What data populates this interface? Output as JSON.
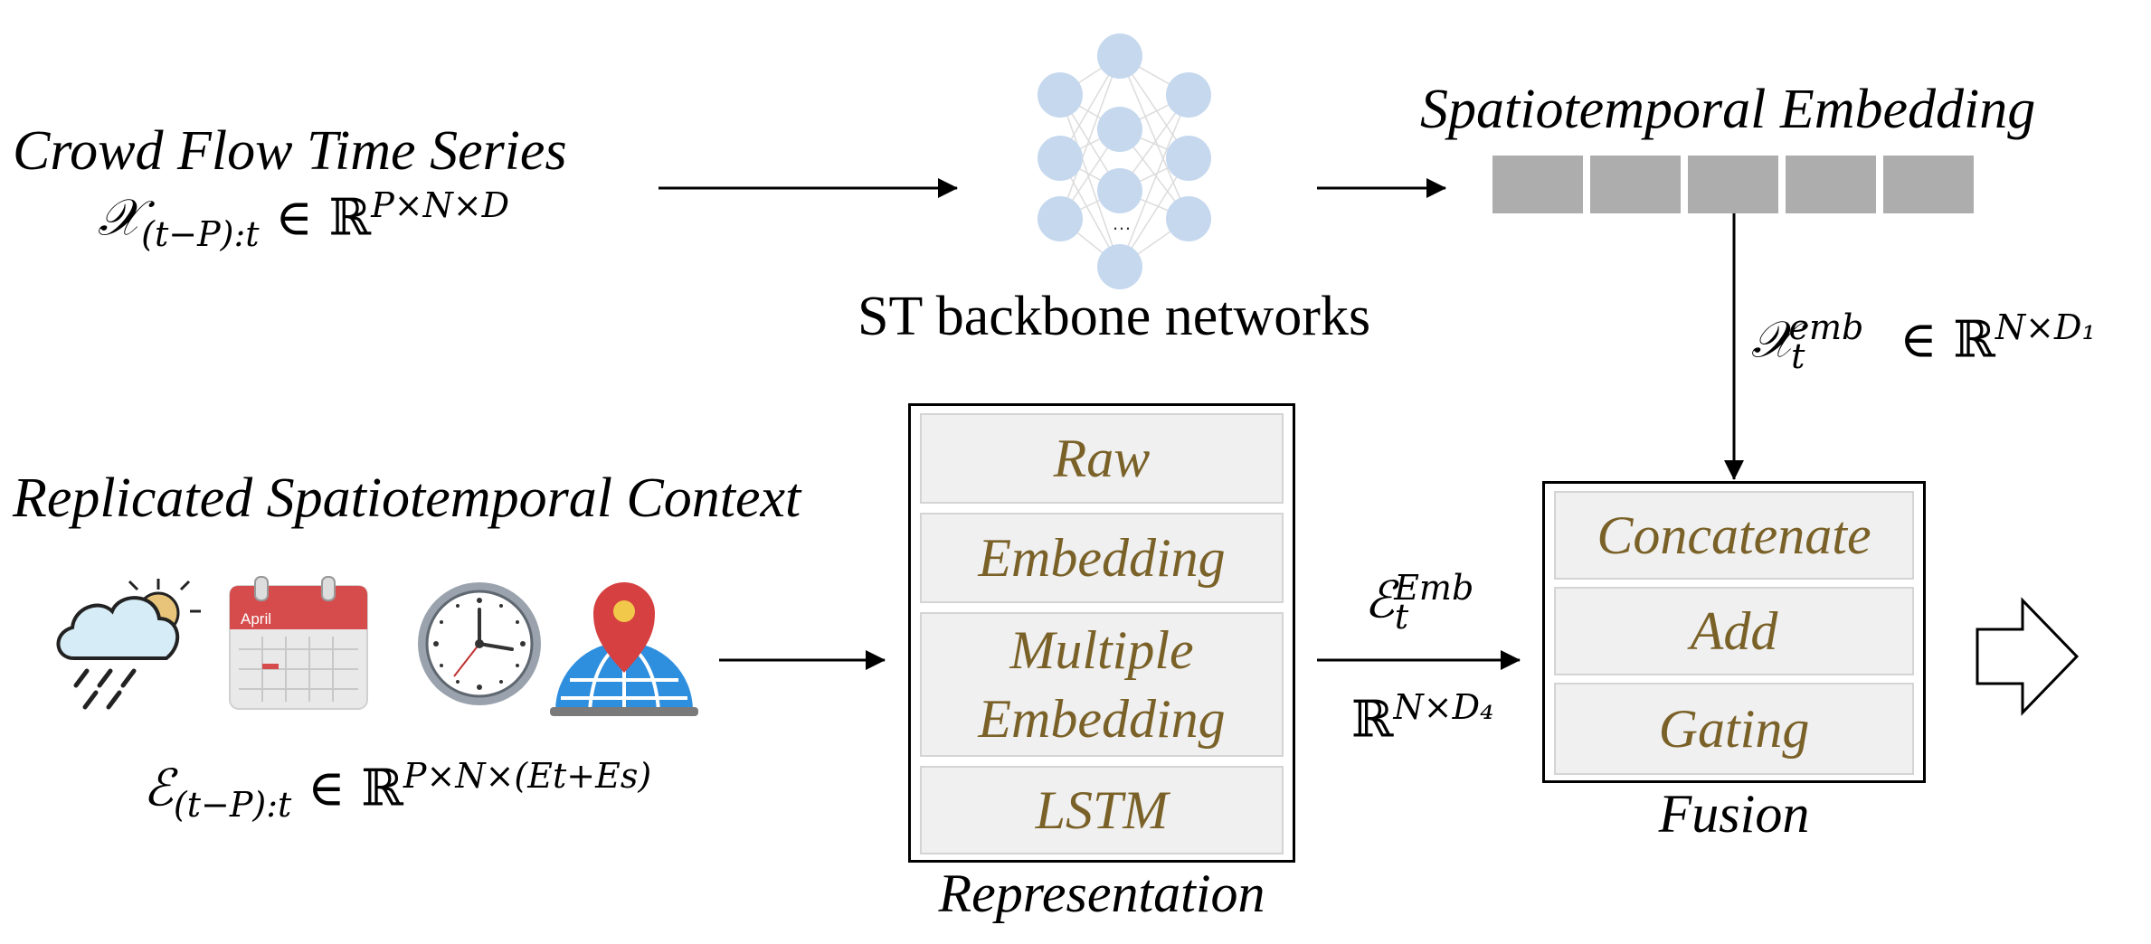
{
  "inputs": {
    "crowd_flow": {
      "title": "Crowd Flow Time Series",
      "symbol": "𝒳",
      "subscript": "(t−P):t",
      "in": "∈ ℝ",
      "superscript": "P×N×D"
    },
    "context": {
      "title": "Replicated Spatiotemporal Context",
      "calendar_month": "April",
      "symbol": "ℰ",
      "subscript": "(t−P):t",
      "in": "∈ ℝ",
      "superscript": "P×N×(Et+Es)"
    }
  },
  "backbone": {
    "label": "ST backbone networks",
    "ellipsis": "…"
  },
  "embedding": {
    "title": "Spatiotemporal Embedding",
    "segments": 5,
    "symbol": "𝒳",
    "subscript": "t",
    "superscript": "emb",
    "in": "∈ ℝ",
    "dim": "N×D₁"
  },
  "representation": {
    "caption": "Representation",
    "options": [
      "Raw",
      "Embedding",
      "Multiple Embedding",
      "LSTM"
    ]
  },
  "context_embedding": {
    "symbol": "ℰ",
    "subscript": "t",
    "superscript": "Emb",
    "space": "ℝ",
    "dim": "N×D₄"
  },
  "fusion": {
    "caption": "Fusion",
    "options": [
      "Concatenate",
      "Add",
      "Gating"
    ]
  },
  "icons": [
    "weather-icon",
    "calendar-icon",
    "clock-icon",
    "globe-pin-icon",
    "output-arrow-icon"
  ],
  "colors": {
    "option_text": "#7a6128",
    "neuron": "#c5d8ee",
    "embedding_block": "#adadad",
    "cell_bg": "#f0f0f0"
  }
}
